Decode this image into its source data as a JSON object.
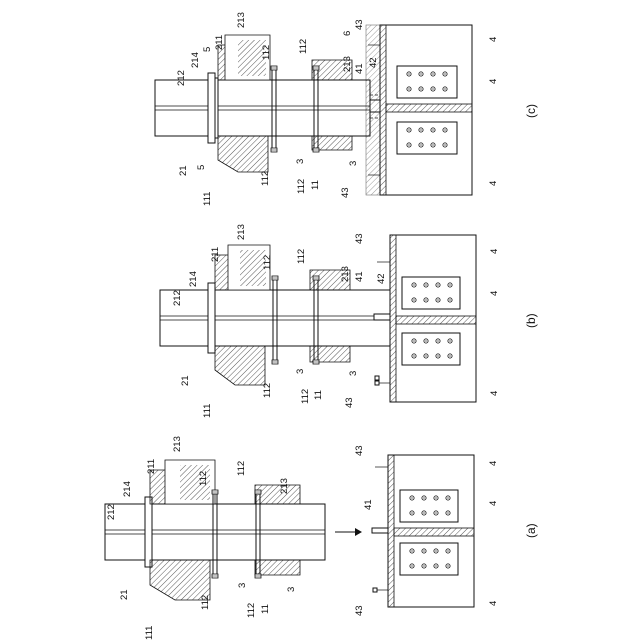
{
  "panels": [
    {
      "id": "a",
      "caption": "(a)",
      "labels": {
        "l212": "212",
        "l214": "214",
        "l211": "211",
        "l213a": "213",
        "l112a": "112",
        "l112b": "112",
        "l213b": "213",
        "l21": "21",
        "l111": "111",
        "l112c": "112",
        "l3a": "3",
        "l112d": "112",
        "l11": "11",
        "l3b": "3",
        "l41": "41",
        "l43a": "43",
        "l43b": "43",
        "l4a": "4",
        "l4b": "4",
        "l4c": "4"
      }
    },
    {
      "id": "b",
      "caption": "(b)",
      "labels": {
        "l212": "212",
        "l214": "214",
        "l211": "211",
        "l213a": "213",
        "l112a": "112",
        "l112b": "112",
        "l213b": "213",
        "l41": "41",
        "l42": "42",
        "l43a": "43",
        "l21": "21",
        "l111": "111",
        "l112c": "112",
        "l3a": "3",
        "l112d": "112",
        "l11": "11",
        "l3b": "3",
        "l43b": "43",
        "l4a": "4",
        "l4b": "4",
        "l4c": "4"
      }
    },
    {
      "id": "c",
      "caption": "(c)",
      "labels": {
        "l212": "212",
        "l214": "214",
        "l5a": "5",
        "l211": "211",
        "l213a": "213",
        "l112a": "112",
        "l112b": "112",
        "l6": "6",
        "l43a": "43",
        "l213b": "213",
        "l41": "41",
        "l42": "42",
        "l21": "21",
        "l5b": "5",
        "l111": "111",
        "l112c": "112",
        "l3a": "3",
        "l112d": "112",
        "l11": "11",
        "l3b": "3",
        "l43b": "43",
        "l4a": "4",
        "l4b": "4",
        "l4c": "4"
      }
    }
  ]
}
